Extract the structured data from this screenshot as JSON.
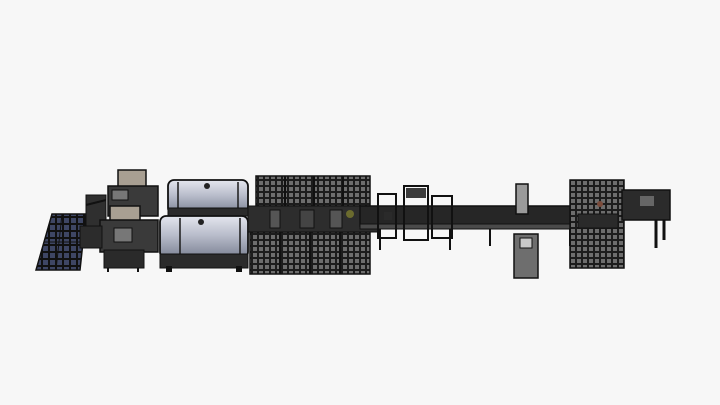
{
  "viewport": {
    "background": "#f7f7f7"
  },
  "palette": {
    "outline": "#111111",
    "dark": "#2a2a2a",
    "mid": "#555555",
    "tank_light": "#c9ccd6",
    "tank_mid": "#8a8f9e",
    "housing_tan": "#a89f92",
    "bluish": "#4a5a86"
  },
  "model": {
    "kind": "3D CAD assembly render of a production line (no text labels visible)",
    "components": [
      "solar-panel-rack",
      "loading-station-upper",
      "loading-station-lower",
      "wash-tank-upper",
      "wash-tank-lower",
      "enclosure-mesh-upper",
      "enclosure-mesh-lower",
      "conveyor-main",
      "inspection-stations",
      "vertical-column",
      "output-mesh-cage",
      "end-arm"
    ]
  }
}
